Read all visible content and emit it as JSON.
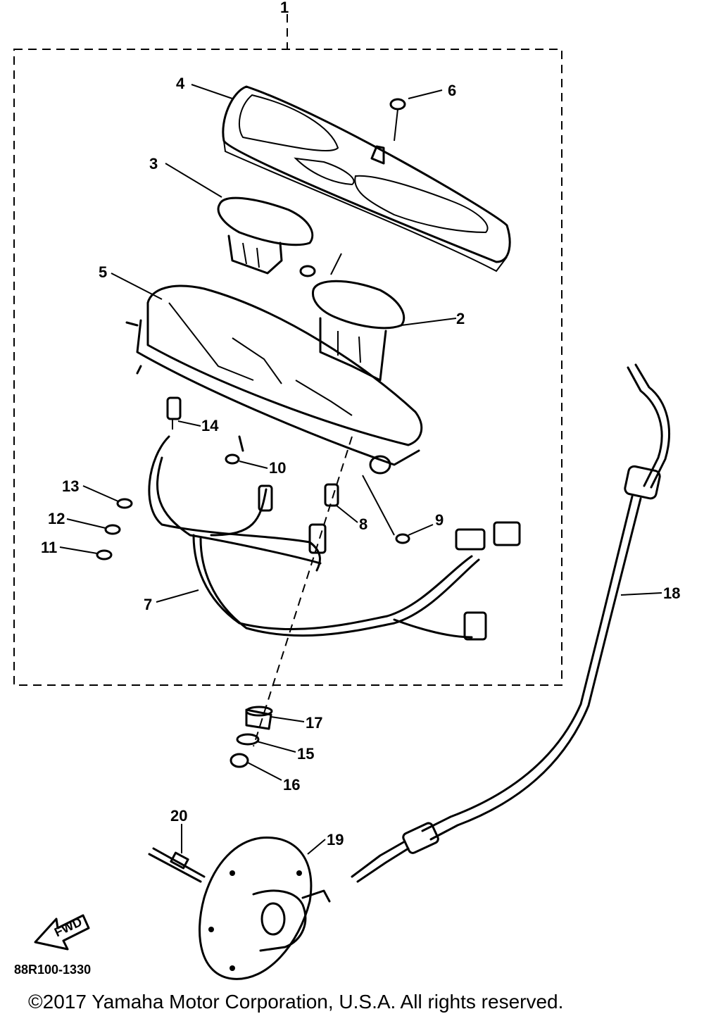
{
  "callouts": {
    "c1": "1",
    "c2": "2",
    "c3": "3",
    "c4": "4",
    "c5": "5",
    "c6": "6",
    "c7": "7",
    "c8": "8",
    "c9": "9",
    "c10": "10",
    "c11": "11",
    "c12": "12",
    "c13": "13",
    "c14": "14",
    "c15": "15",
    "c16": "16",
    "c17": "17",
    "c18": "18",
    "c19": "19",
    "c20": "20"
  },
  "fwd_label": "FWD",
  "diagram_code": "88R100-1330",
  "copyright": "©2017 Yamaha Motor Corporation, U.S.A. All rights reserved."
}
